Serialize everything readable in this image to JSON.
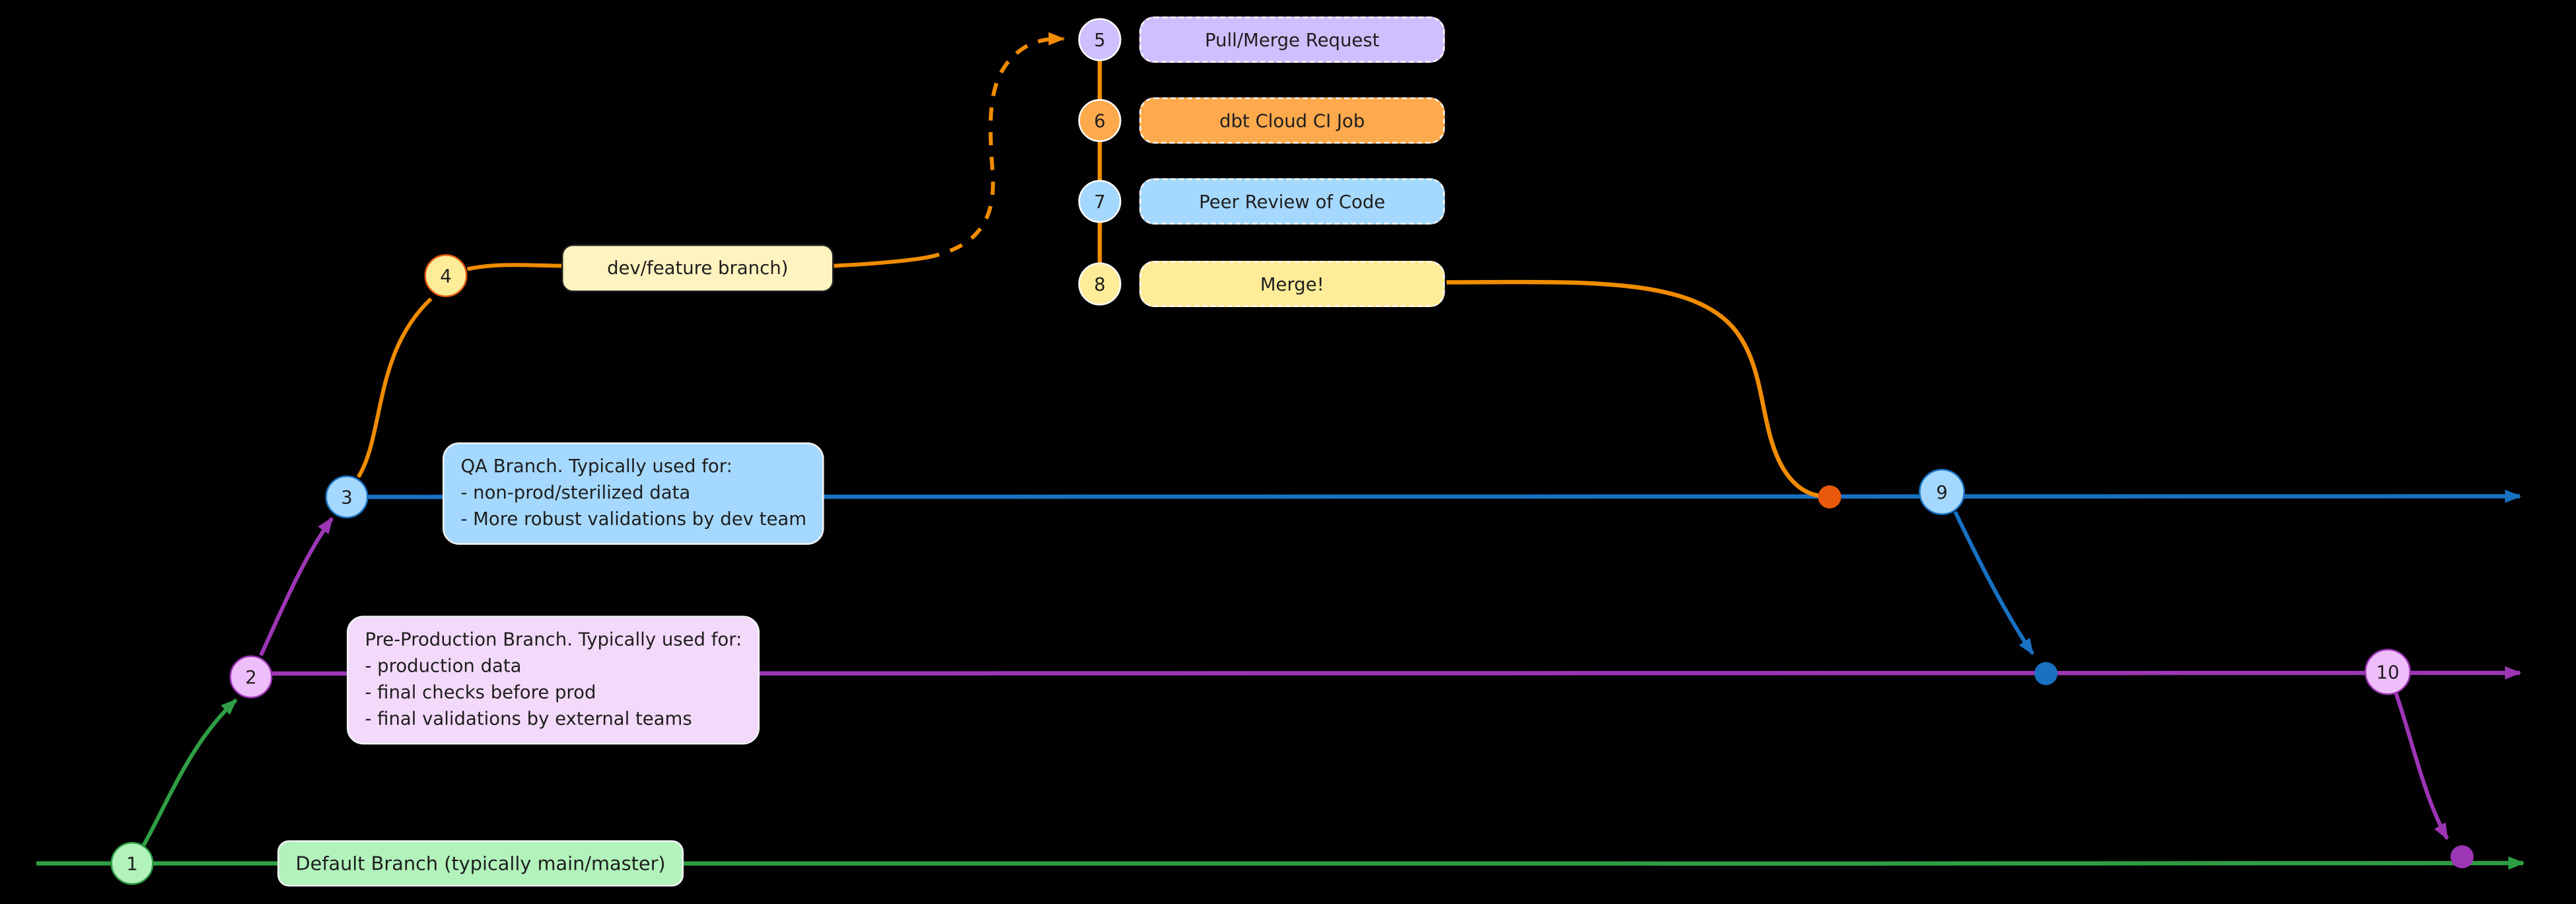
{
  "nodes": {
    "n1": "1",
    "n2": "2",
    "n3": "3",
    "n4": "4",
    "n9": "9",
    "n10": "10"
  },
  "steps": [
    {
      "num": "5",
      "label": "Pull/Merge Request",
      "fill": "#d0bfff"
    },
    {
      "num": "6",
      "label": "dbt Cloud CI Job",
      "fill": "#ffa94d"
    },
    {
      "num": "7",
      "label": "Peer Review of Code",
      "fill": "#a5d8ff"
    },
    {
      "num": "8",
      "label": "Merge!",
      "fill": "#ffec99"
    }
  ],
  "branches": {
    "dev": {
      "label": "dev/feature branch)",
      "color": "#f08c00"
    },
    "qa": {
      "title": "QA Branch. Typically used for:",
      "bullets": [
        "- non-prod/sterilized data",
        "- More robust validations by dev team"
      ],
      "color": "#1971c2"
    },
    "preprod": {
      "title": "Pre-Production Branch. Typically used for:",
      "bullets": [
        "- production data",
        "- final checks before prod",
        "- final validations by external teams"
      ],
      "color": "#9c36b5"
    },
    "default": {
      "label": "Default Branch (typically main/master)",
      "color": "#2f9e44"
    }
  },
  "background": "#000000"
}
